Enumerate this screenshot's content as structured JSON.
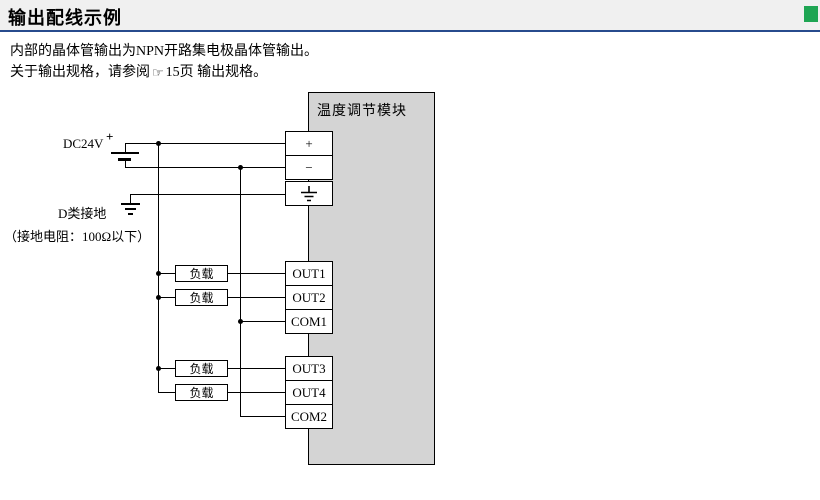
{
  "header": {
    "title": "输出配线示例",
    "rule_color": "#274b8d",
    "tab_color": "#1ea553",
    "bg": "#f0f0f0"
  },
  "intro": {
    "line1": "内部的晶体管输出为NPN开路集电极晶体管输出。",
    "line2_prefix": "关于输出规格，请参阅",
    "line2_ref": "15页 输出规格。"
  },
  "icons": {
    "reference": "☞"
  },
  "diagram": {
    "module_label": "温度调节模块",
    "module_fill": "#d4d4d4",
    "power_label": "DC24V",
    "battery_plus": "+",
    "ground_label": "D类接地",
    "ground_note": "（接地电阻：100Ω以下）",
    "load_label": "负载",
    "terminals": {
      "plus": "+",
      "minus": "−",
      "out1": "OUT1",
      "out2": "OUT2",
      "com1": "COM1",
      "out3": "OUT3",
      "out4": "OUT4",
      "com2": "COM2"
    }
  }
}
